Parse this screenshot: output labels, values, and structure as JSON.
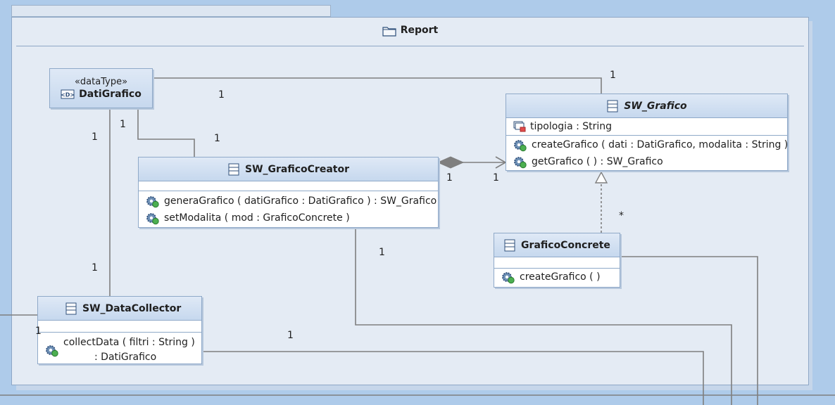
{
  "package": {
    "name": "Report"
  },
  "classes": {
    "dati_grafico": {
      "stereotype": "«dataType»",
      "name": "DatiGrafico"
    },
    "sw_grafico": {
      "name": "SW_Grafico",
      "attributes": [
        "tipologia : String"
      ],
      "operations": [
        "createGrafico ( dati : DatiGrafico, modalita : String )",
        "getGrafico ( ) : SW_Grafico"
      ]
    },
    "sw_grafico_creator": {
      "name": "SW_GraficoCreator",
      "operations": [
        "generaGrafico ( datiGrafico : DatiGrafico ) : SW_Grafico",
        "setModalita ( mod : GraficoConcrete )"
      ]
    },
    "grafico_concrete": {
      "name": "GraficoConcrete",
      "operations": [
        "createGrafico ( )"
      ]
    },
    "sw_data_collector": {
      "name": "SW_DataCollector",
      "operations": [
        "collectData ( filtri : String )",
        ": DatiGrafico"
      ]
    }
  },
  "multiplicities": [
    "1",
    "1",
    "1",
    "1",
    "1",
    "1",
    "1",
    "1",
    "*",
    "1",
    "1",
    "1"
  ],
  "colors": {
    "background": "#aecbea",
    "package_fill": "#e4ebf4",
    "line": "#7f7f7f"
  }
}
